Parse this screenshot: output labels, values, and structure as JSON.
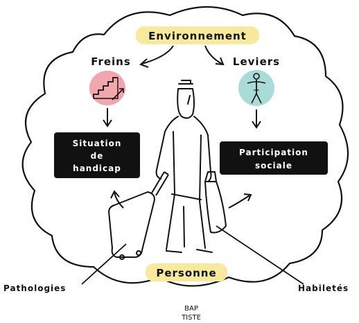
{
  "labels": {
    "environnement": "Environnement",
    "freins": "Freins",
    "leviers": "Leviers",
    "situation_line1": "Situation",
    "situation_line2": "de",
    "situation_line3": "handicap",
    "participation_line1": "Participation",
    "participation_line2": "sociale",
    "personne": "Personne",
    "pathologies": "Pathologies",
    "habiletes": "Habiletés",
    "signature_line1": "BAP",
    "signature_line2": "TISTE"
  },
  "colors": {
    "highlight_yellow": "#f7ea9c",
    "freins_pink": "#f2a6ad",
    "leviers_teal": "#a9dcd8",
    "box_black": "#111111",
    "ink": "#111111"
  },
  "icons": {
    "freins": "stairs-arrow-icon",
    "leviers": "person-icon"
  }
}
